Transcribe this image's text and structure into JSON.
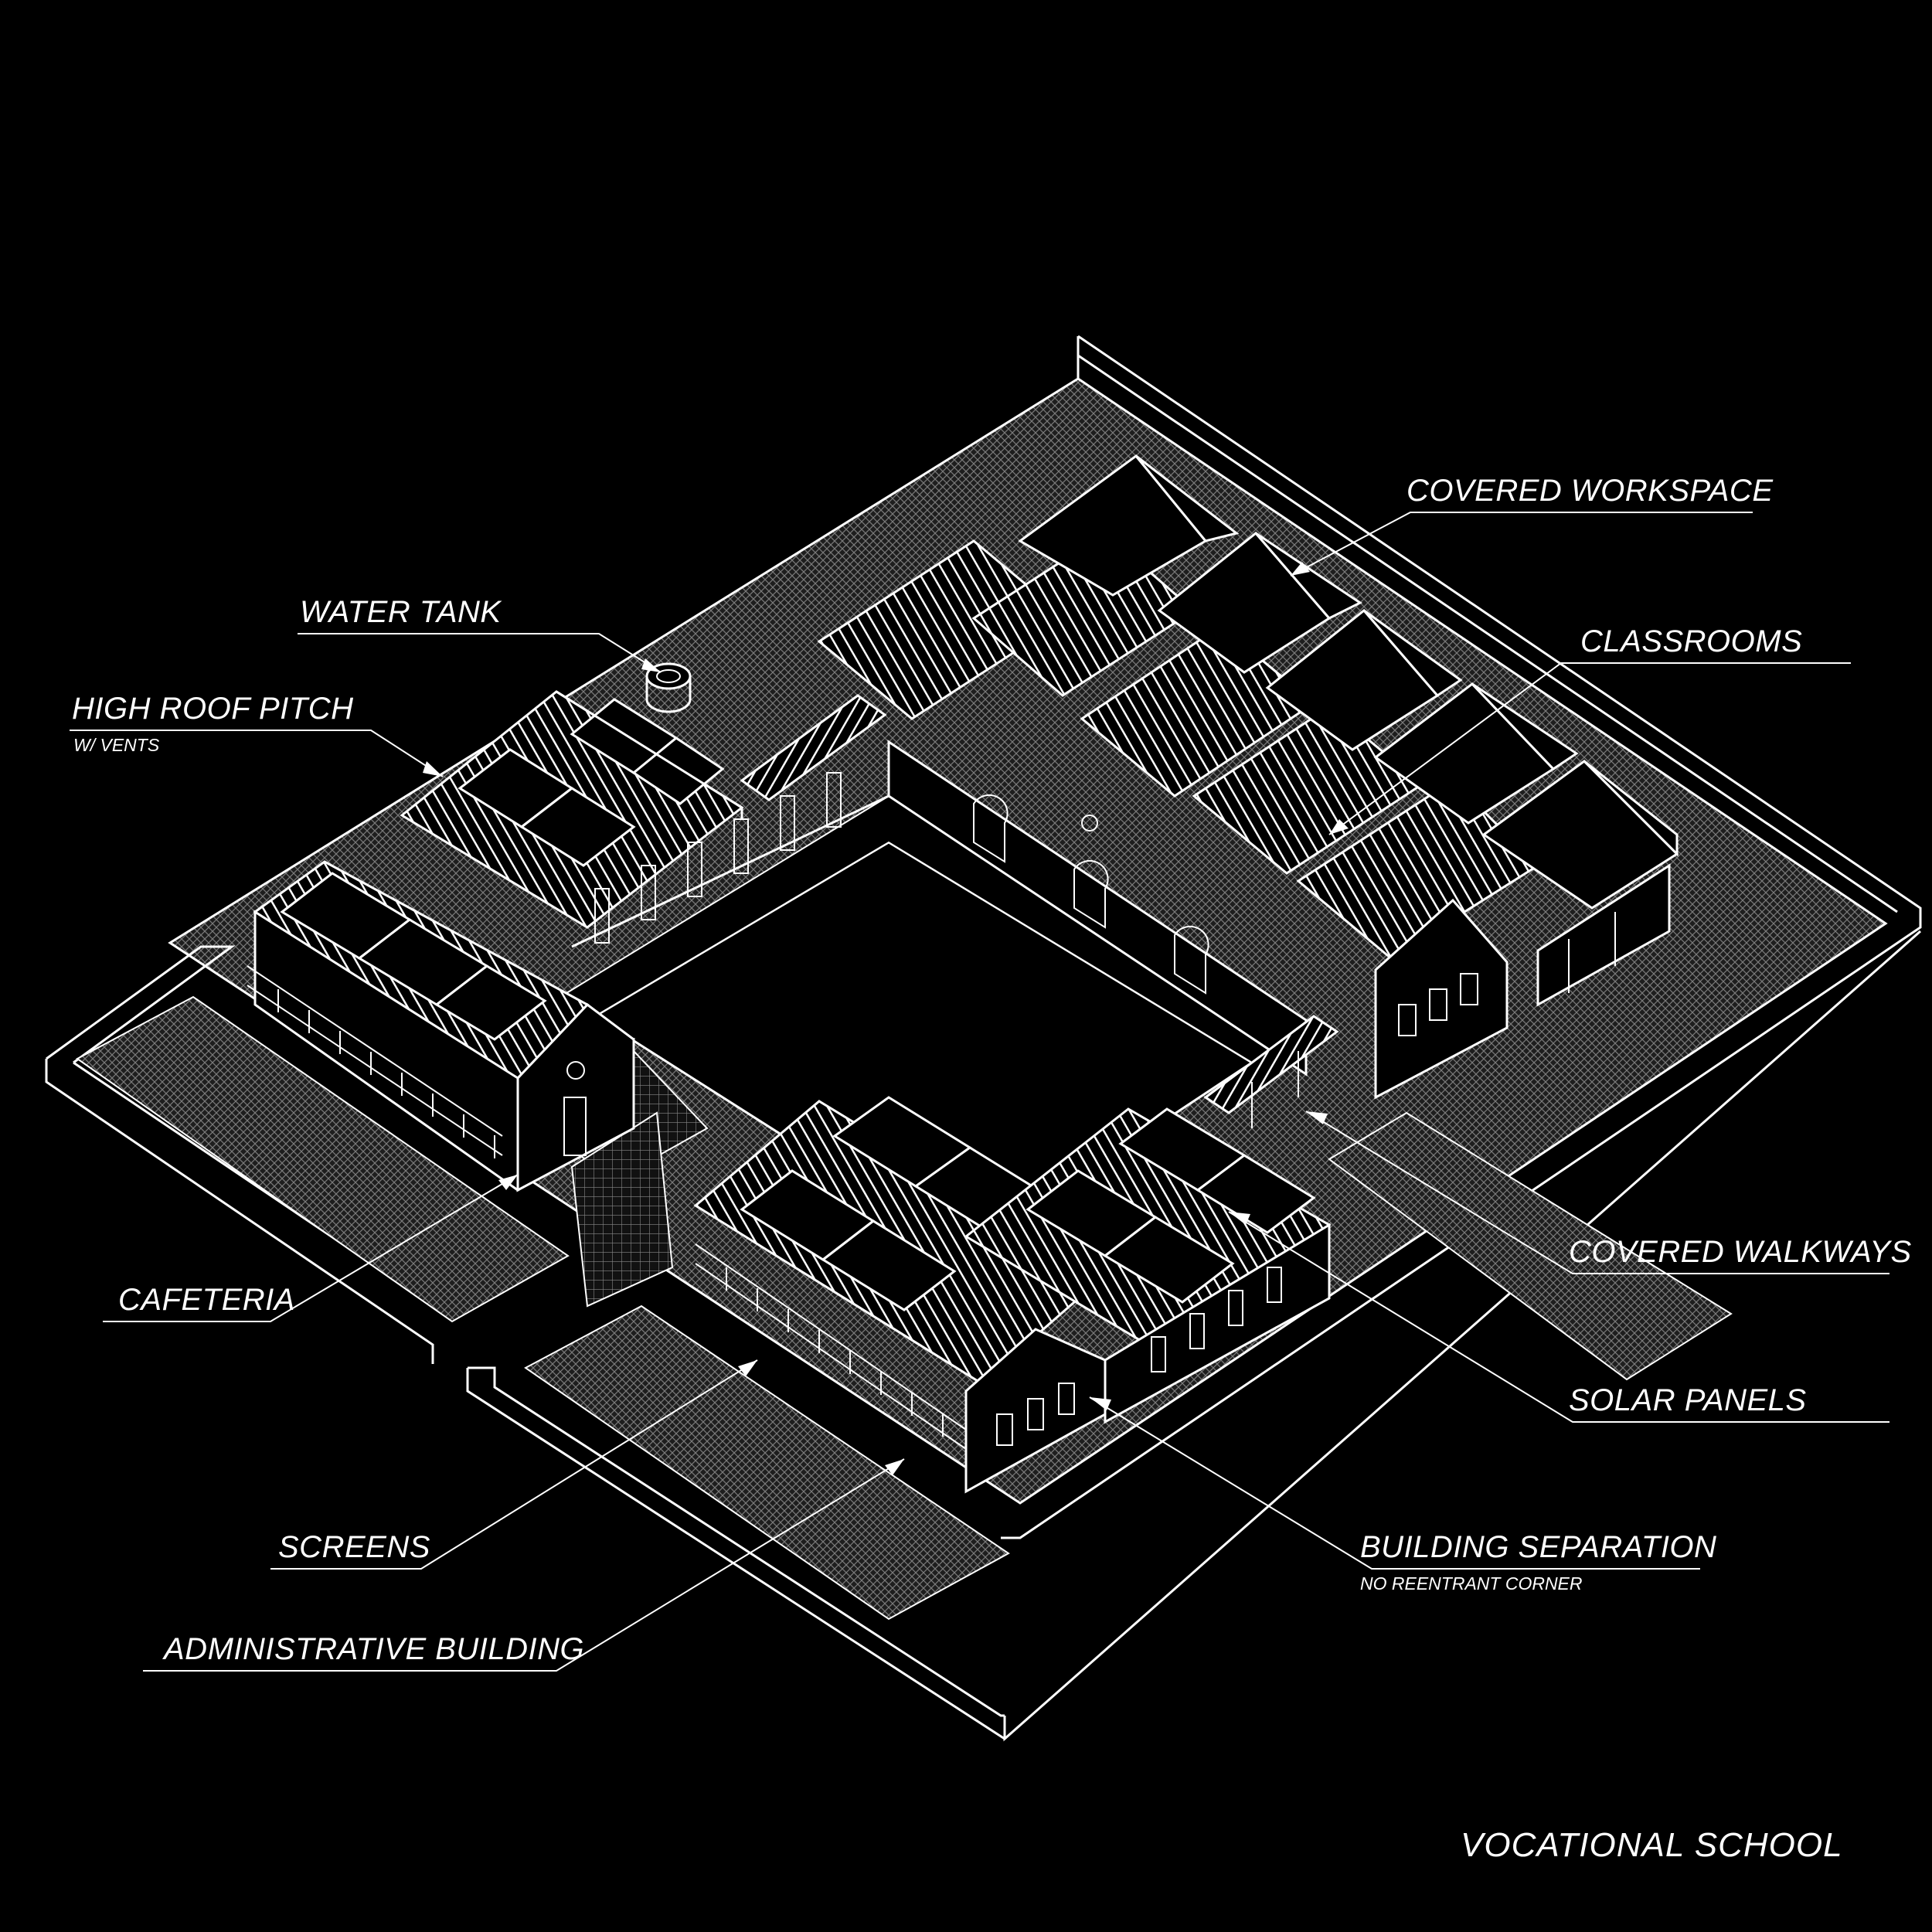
{
  "title": "VOCATIONAL SCHOOL",
  "labels": {
    "covered_workspace": "COVERED WORKSPACE",
    "classrooms": "CLASSROOMS",
    "water_tank": "WATER TANK",
    "high_roof_pitch": "HIGH ROOF PITCH",
    "high_roof_pitch_sub": "W/ VENTS",
    "covered_walkways": "COVERED WALKWAYS",
    "solar_panels": "SOLAR PANELS",
    "cafeteria": "CAFETERIA",
    "screens": "SCREENS",
    "building_separation": "BUILDING SEPARATION",
    "building_separation_sub": "NO REENTRANT CORNER",
    "administrative_building": "ADMINISTRATIVE BUILDING"
  },
  "colors": {
    "background": "#000000",
    "line": "#ffffff",
    "hatch": "#6e6e6e"
  }
}
